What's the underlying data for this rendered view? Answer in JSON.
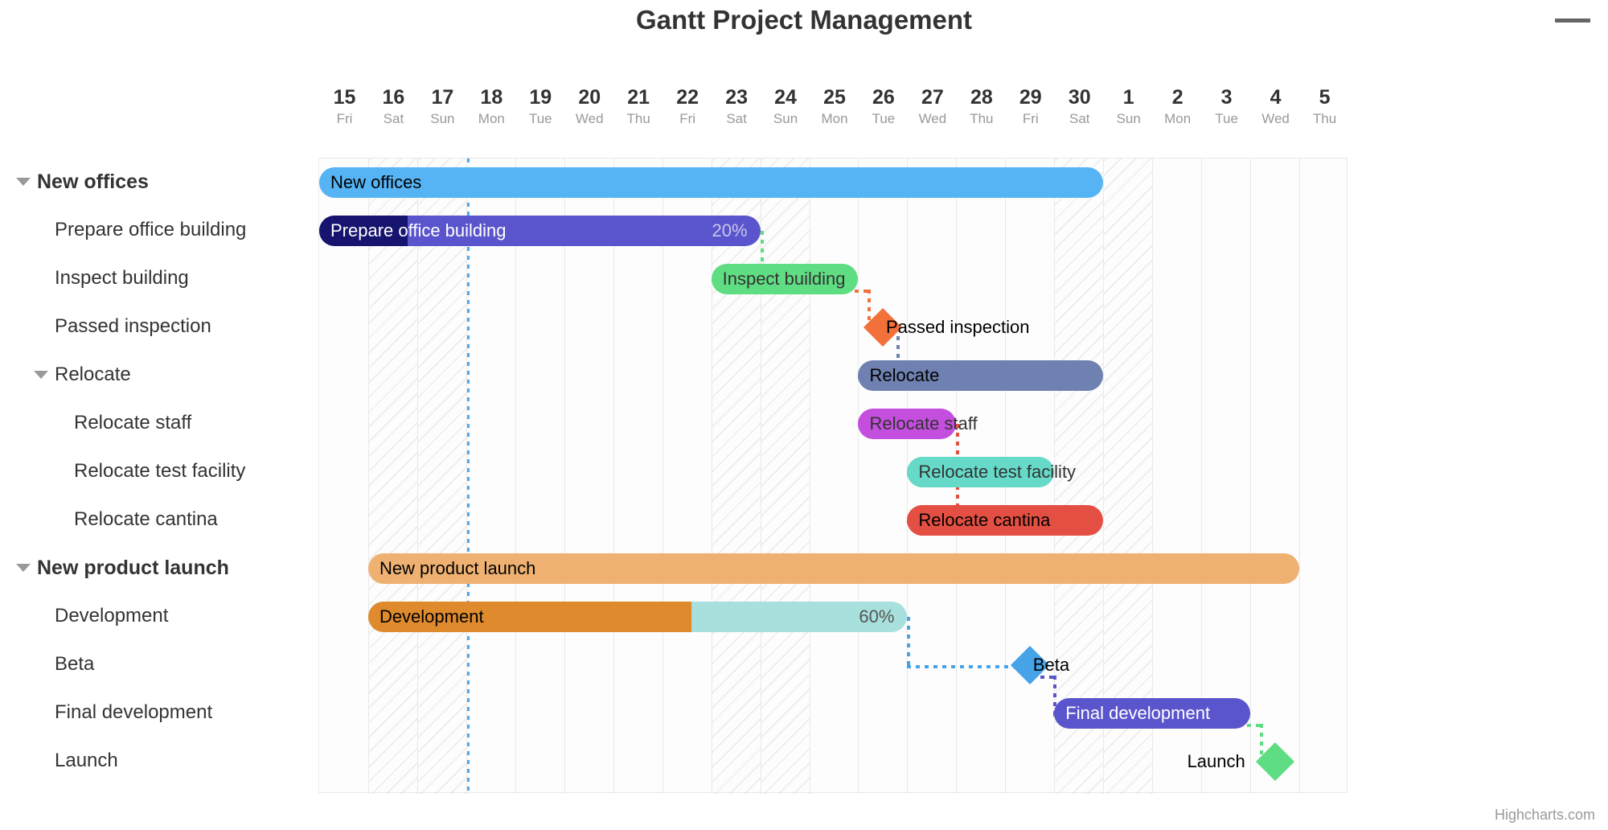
{
  "header": {
    "title": "Gantt Project Management",
    "menu_icon": "hamburger-menu-icon"
  },
  "credits": {
    "text": "Highcharts.com"
  },
  "chart_data": {
    "type": "bar",
    "subtype": "gantt",
    "title": "Gantt Project Management",
    "xlabel": "",
    "ylabel": "",
    "grid": true,
    "legend_position": "none",
    "x_axis": {
      "ticks": [
        {
          "day": "15",
          "weekday": "Fri",
          "weekend": false
        },
        {
          "day": "16",
          "weekday": "Sat",
          "weekend": true
        },
        {
          "day": "17",
          "weekday": "Sun",
          "weekend": true
        },
        {
          "day": "18",
          "weekday": "Mon",
          "weekend": false
        },
        {
          "day": "19",
          "weekday": "Tue",
          "weekend": false
        },
        {
          "day": "20",
          "weekday": "Wed",
          "weekend": false
        },
        {
          "day": "21",
          "weekday": "Thu",
          "weekend": false
        },
        {
          "day": "22",
          "weekday": "Fri",
          "weekend": false
        },
        {
          "day": "23",
          "weekday": "Sat",
          "weekend": true
        },
        {
          "day": "24",
          "weekday": "Sun",
          "weekend": true
        },
        {
          "day": "25",
          "weekday": "Mon",
          "weekend": false
        },
        {
          "day": "26",
          "weekday": "Tue",
          "weekend": false
        },
        {
          "day": "27",
          "weekday": "Wed",
          "weekend": false
        },
        {
          "day": "28",
          "weekday": "Thu",
          "weekend": false
        },
        {
          "day": "29",
          "weekday": "Fri",
          "weekend": false
        },
        {
          "day": "30",
          "weekday": "Sat",
          "weekend": true
        },
        {
          "day": "1",
          "weekday": "Sun",
          "weekend": true
        },
        {
          "day": "2",
          "weekday": "Mon",
          "weekend": false
        },
        {
          "day": "3",
          "weekday": "Tue",
          "weekend": false
        },
        {
          "day": "4",
          "weekday": "Wed",
          "weekend": false
        },
        {
          "day": "5",
          "weekday": "Thu",
          "weekend": false
        }
      ]
    },
    "today_marker_day": "18",
    "tasks": [
      {
        "name": "New offices",
        "level": 0,
        "collapsible": true,
        "kind": "bar",
        "start_day": "15",
        "end_day": "30",
        "color": "#56b4f5",
        "label_color": "#000000",
        "progress": null
      },
      {
        "name": "Prepare office building",
        "level": 1,
        "collapsible": false,
        "kind": "bar",
        "start_day": "15",
        "end_day": "23",
        "color": "#5a55cc",
        "progress_color": "#16146e",
        "label_color": "#ffffff",
        "progress": "20%",
        "progress_value": 20
      },
      {
        "name": "Inspect building",
        "level": 1,
        "collapsible": false,
        "kind": "bar",
        "start_day": "23",
        "end_day": "25",
        "color": "#5fdd82",
        "label_color": "#000000",
        "progress": null
      },
      {
        "name": "Passed inspection",
        "level": 1,
        "collapsible": false,
        "kind": "milestone",
        "start_day": "26",
        "color": "#f2713b",
        "label_color": "#000000"
      },
      {
        "name": "Relocate",
        "level": 1,
        "collapsible": true,
        "kind": "bar",
        "start_day": "26",
        "end_day": "30",
        "color": "#6e81b0",
        "label_color": "#000000",
        "progress": null
      },
      {
        "name": "Relocate staff",
        "level": 2,
        "collapsible": false,
        "kind": "bar",
        "start_day": "26",
        "end_day": "27",
        "color": "#c44fde",
        "label_color": "#000000",
        "progress": null
      },
      {
        "name": "Relocate test facility",
        "level": 2,
        "collapsible": false,
        "kind": "bar",
        "start_day": "27",
        "end_day": "29",
        "color": "#66d9c8",
        "label_color": "#000000",
        "progress": null
      },
      {
        "name": "Relocate cantina",
        "level": 2,
        "collapsible": false,
        "kind": "bar",
        "start_day": "27",
        "end_day": "30",
        "color": "#e34f42",
        "label_color": "#000000",
        "progress": null
      },
      {
        "name": "New product launch",
        "level": 0,
        "collapsible": true,
        "kind": "bar",
        "start_day": "16",
        "end_day": "4",
        "color": "#efb172",
        "label_color": "#000000",
        "progress": null
      },
      {
        "name": "Development",
        "level": 1,
        "collapsible": false,
        "kind": "bar",
        "start_day": "16",
        "end_day": "26",
        "color": "#a7e0dc",
        "progress_color": "#df8a2d",
        "label_color": "#000000",
        "progress": "60%",
        "progress_value": 60
      },
      {
        "name": "Beta",
        "level": 1,
        "collapsible": false,
        "kind": "milestone",
        "start_day": "29",
        "color": "#47a3e8",
        "label_color": "#000000"
      },
      {
        "name": "Final development",
        "level": 1,
        "collapsible": false,
        "kind": "bar",
        "start_day": "30",
        "end_day": "3",
        "color": "#5a55cc",
        "label_color": "#ffffff",
        "progress": null
      },
      {
        "name": "Launch",
        "level": 1,
        "collapsible": false,
        "kind": "milestone",
        "start_day": "4",
        "color": "#5fdd82",
        "label_color": "#000000"
      }
    ],
    "dependencies": [
      {
        "from": "Prepare office building",
        "to": "Inspect building",
        "color": "#5fdd82"
      },
      {
        "from": "Inspect building",
        "to": "Passed inspection",
        "color": "#f2713b"
      },
      {
        "from": "Passed inspection",
        "to": "Relocate",
        "color": "#6e81b0"
      },
      {
        "from": "Relocate staff",
        "to": "Relocate test facility",
        "color": "#66d9c8"
      },
      {
        "from": "Relocate staff",
        "to": "Relocate cantina",
        "color": "#e34f42"
      },
      {
        "from": "Development",
        "to": "Beta",
        "color": "#47a3e8"
      },
      {
        "from": "Beta",
        "to": "Final development",
        "color": "#5a55cc"
      },
      {
        "from": "Final development",
        "to": "Launch",
        "color": "#5fdd82"
      }
    ]
  }
}
